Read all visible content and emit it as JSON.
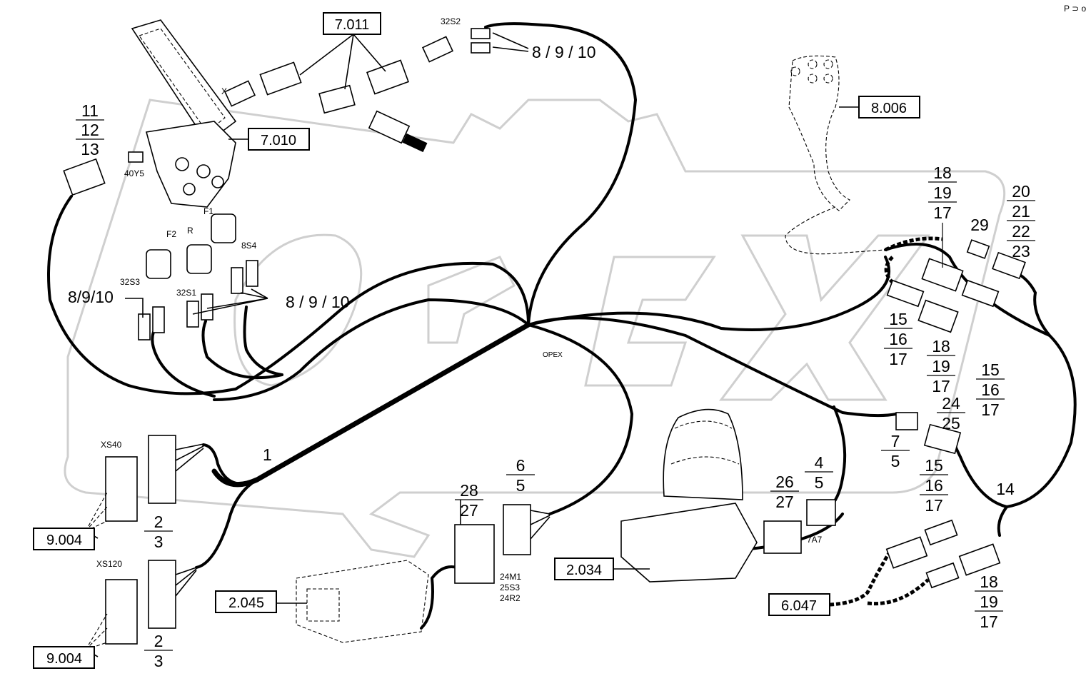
{
  "corner_mark": "P ⊃ o",
  "watermark_text": "OPEX",
  "ref_boxes": {
    "r7011": "7.011",
    "r7010": "7.010",
    "r8006": "8.006",
    "r9004a": "9.004",
    "r9004b": "9.004",
    "r2045": "2.045",
    "r2034": "2.034",
    "r6047": "6.047"
  },
  "component_labels": {
    "c32S2": "32S2",
    "c40Y5": "40Y5",
    "cX": "X",
    "cF1": "F1",
    "cF2": "F2",
    "cR": "R",
    "c8S4": "8S4",
    "c32S3": "32S3",
    "c32S1": "32S1",
    "cXS40": "XS40",
    "cXS120": "XS120",
    "c24M1": "24M1",
    "c25S3": "25S3",
    "c24R2": "24R2",
    "c7A7": "7A7"
  },
  "callouts": {
    "n8910a": "8 / 9 / 10",
    "n8910b": "8/9/10",
    "n8910c": "8 / 9 / 10",
    "n1": "1",
    "n11": "11",
    "n12": "12",
    "n13": "13",
    "n23a": "2",
    "n23a_b": "3",
    "n23b": "2",
    "n23b_b": "3",
    "n28": "28",
    "n27a": "27",
    "n6": "6",
    "n5a": "5",
    "n26": "26",
    "n27b": "27",
    "n4": "4",
    "n5b": "5",
    "n7": "7",
    "n5c": "5",
    "n18a": "18",
    "n19a": "19",
    "n17a": "17",
    "n29": "29",
    "n20": "20",
    "n21": "21",
    "n22": "22",
    "n23": "23",
    "n15a": "15",
    "n16a": "16",
    "n17b": "17",
    "n18b": "18",
    "n19b": "19",
    "n17c": "17",
    "n15b": "15",
    "n16b": "16",
    "n17d": "17",
    "n24": "24",
    "n25": "25",
    "n15c": "15",
    "n16c": "16",
    "n17e": "17",
    "n14": "14",
    "n18c": "18",
    "n19c": "19",
    "n17f": "17"
  }
}
